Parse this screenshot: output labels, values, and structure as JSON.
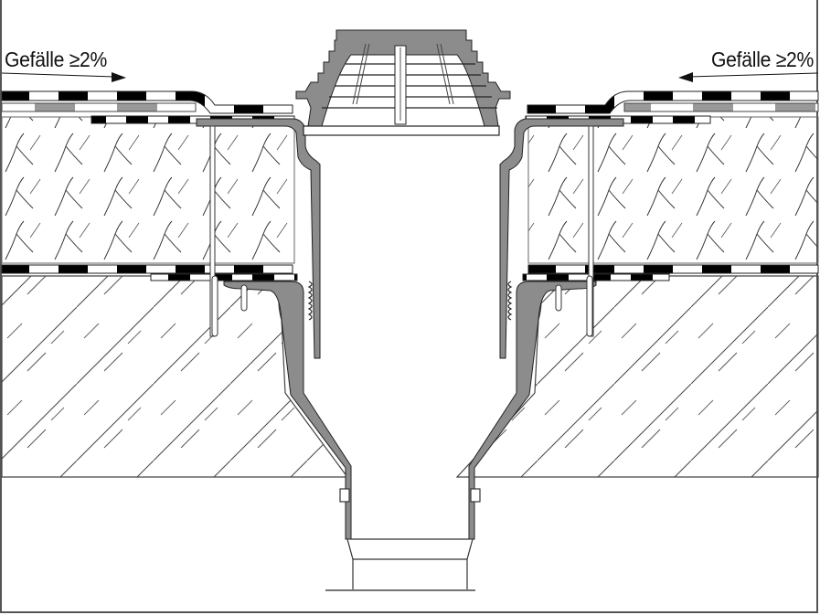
{
  "diagram": {
    "title": "Roof drain cross-section (Flachdach-Gully)",
    "labels": {
      "slope_left": "Gefälle ≥2%",
      "slope_right": "Gefälle ≥2%"
    },
    "arrows": {
      "left": "pointing-right-toward-drain",
      "right": "pointing-left-toward-drain"
    },
    "layers_top_to_bottom": [
      "roof-membrane (black/white dashed)",
      "protection-layer (grey/white dashed)",
      "upper-sealing-strip",
      "thermal-insulation (hatched)",
      "vapour-barrier (black/white dashed)",
      "concrete-slab (diagonal hatch)"
    ],
    "components": [
      "leaf-guard grate",
      "drain body with flange",
      "extension/upper insert",
      "lower drain body",
      "outlet pipe",
      "screws"
    ]
  },
  "colors": {
    "drain_grey": "#8c8c8c",
    "line": "#222222",
    "membrane_black": "#000000",
    "protection_grey": "#999999",
    "frame": "#555555"
  }
}
